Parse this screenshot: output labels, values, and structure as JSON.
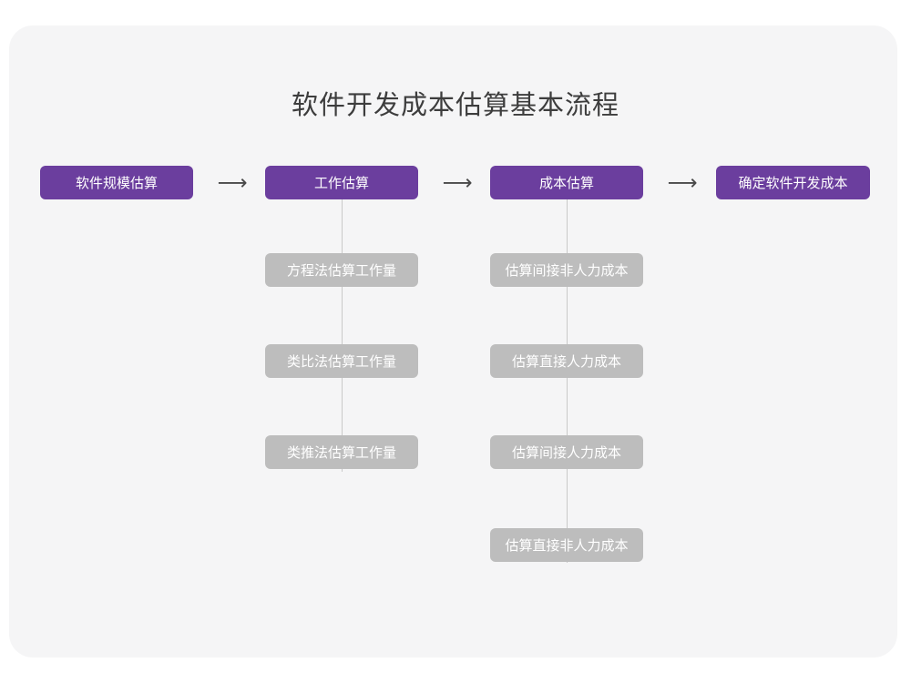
{
  "page": {
    "title": "软件开发成本估算基本流程",
    "background_color": "#ffffff",
    "card_color": "#f5f5f6",
    "primary_color": "#6b3e9e",
    "secondary_color": "#bdbdbd",
    "connector_color": "#c9c9c9",
    "arrow_glyph": "⟶"
  },
  "flow": {
    "main_steps": [
      {
        "label": "软件规模估算"
      },
      {
        "label": "工作估算"
      },
      {
        "label": "成本估算"
      },
      {
        "label": "确定软件开发成本"
      }
    ],
    "arrows": [
      {
        "label": "⟶"
      },
      {
        "label": "⟶"
      },
      {
        "label": "⟶"
      }
    ],
    "branches": [
      {
        "parent": "工作估算",
        "items": [
          {
            "label": "方程法估算工作量"
          },
          {
            "label": "类比法估算工作量"
          },
          {
            "label": "类推法估算工作量"
          }
        ]
      },
      {
        "parent": "成本估算",
        "items": [
          {
            "label": "估算间接非人力成本"
          },
          {
            "label": "估算直接人力成本"
          },
          {
            "label": "估算间接人力成本"
          },
          {
            "label": "估算直接非人力成本"
          }
        ]
      }
    ]
  }
}
